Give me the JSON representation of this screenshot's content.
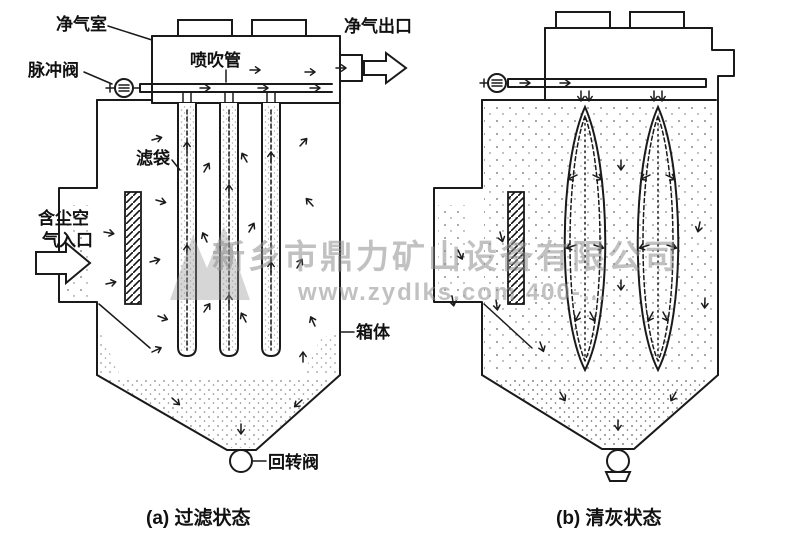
{
  "diagram": {
    "labels": {
      "clean_air_chamber": "净气室",
      "clean_air_outlet": "净气出口",
      "pulse_valve": "脉冲阀",
      "blow_pipe": "喷吹管",
      "filter_bag": "滤袋",
      "dusty_air_inlet_line1": "含尘空",
      "dusty_air_inlet_line2": "气入口",
      "casing": "箱体",
      "rotary_valve": "回转阀"
    },
    "captions": {
      "state_a": "(a) 过滤状态",
      "state_b": "(b) 清灰状态"
    },
    "colors": {
      "line": "#1a1a1a",
      "watermark": "#8f8f8f"
    }
  },
  "watermark": {
    "company": "新乡市鼎力矿山设备有限公司",
    "contact": "www.zydlks.com  400-…"
  }
}
